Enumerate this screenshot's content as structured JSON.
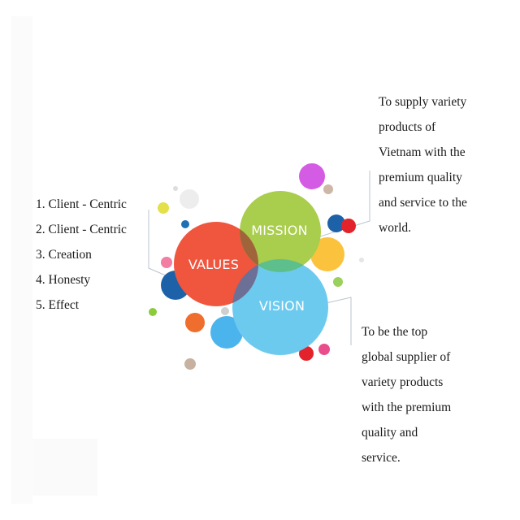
{
  "diagram": {
    "labels": {
      "values": "VALUES",
      "mission": "MISSION",
      "vision": "VISION"
    },
    "colors": {
      "values": "#f0553e",
      "mission": "#a9cd4c",
      "vision": "#6dcaef",
      "overlap_values_mission": "#8a6a30",
      "overlap_values_vision": "#5f7fa3",
      "overlap_mission_vision": "#5cbf8c"
    }
  },
  "values_list": {
    "items": [
      "1. Client - Centric",
      "2. Client - Centric",
      "3. Creation",
      "4. Honesty",
      "5. Effect"
    ]
  },
  "mission_text": {
    "lines": [
      "To supply variety",
      "products of",
      "Vietnam with the",
      "premium quality",
      "and service to the",
      "world."
    ]
  },
  "vision_text": {
    "lines": [
      "To be the top",
      "global supplier of",
      "variety products",
      "with the premium",
      "quality and",
      "service."
    ]
  }
}
